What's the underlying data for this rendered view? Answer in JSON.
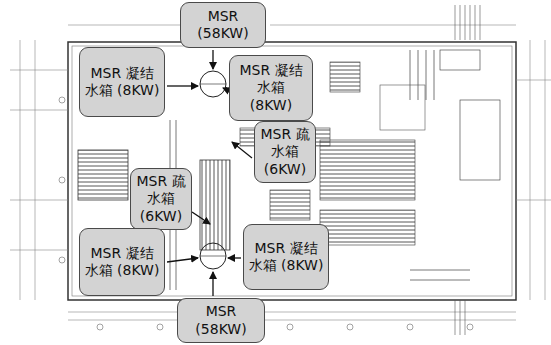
{
  "diagram": {
    "nodes": [
      {
        "text": [
          "MSR (58KW)"
        ]
      },
      {
        "text": [
          "MSR 凝结水箱 (8KW)"
        ]
      },
      {
        "text": [
          "MSR 凝结水箱 (8KW)"
        ]
      },
      {
        "text": [
          "MSR 疏水箱 (6KW)"
        ]
      },
      {
        "text": [
          "MSR 疏水箱 (6KW)"
        ]
      },
      {
        "text": [
          "MSR 凝结水箱 (8KW)"
        ]
      },
      {
        "text": [
          "MSR 凝结水箱 (8KW)"
        ]
      },
      {
        "text": [
          "MSR (58KW)"
        ]
      }
    ]
  }
}
